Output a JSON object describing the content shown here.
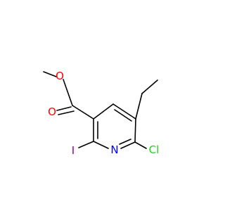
{
  "molecule": {
    "atoms": {
      "o_ether": "O",
      "o_carbonyl": "O",
      "n_ring": "N",
      "iodine": "I",
      "chlorine": "Cl"
    },
    "colors": {
      "oxygen": "#ff0000",
      "nitrogen": "#0000ff",
      "iodine": "#940094",
      "chlorine": "#1fd01f",
      "bond": "#000000"
    }
  }
}
